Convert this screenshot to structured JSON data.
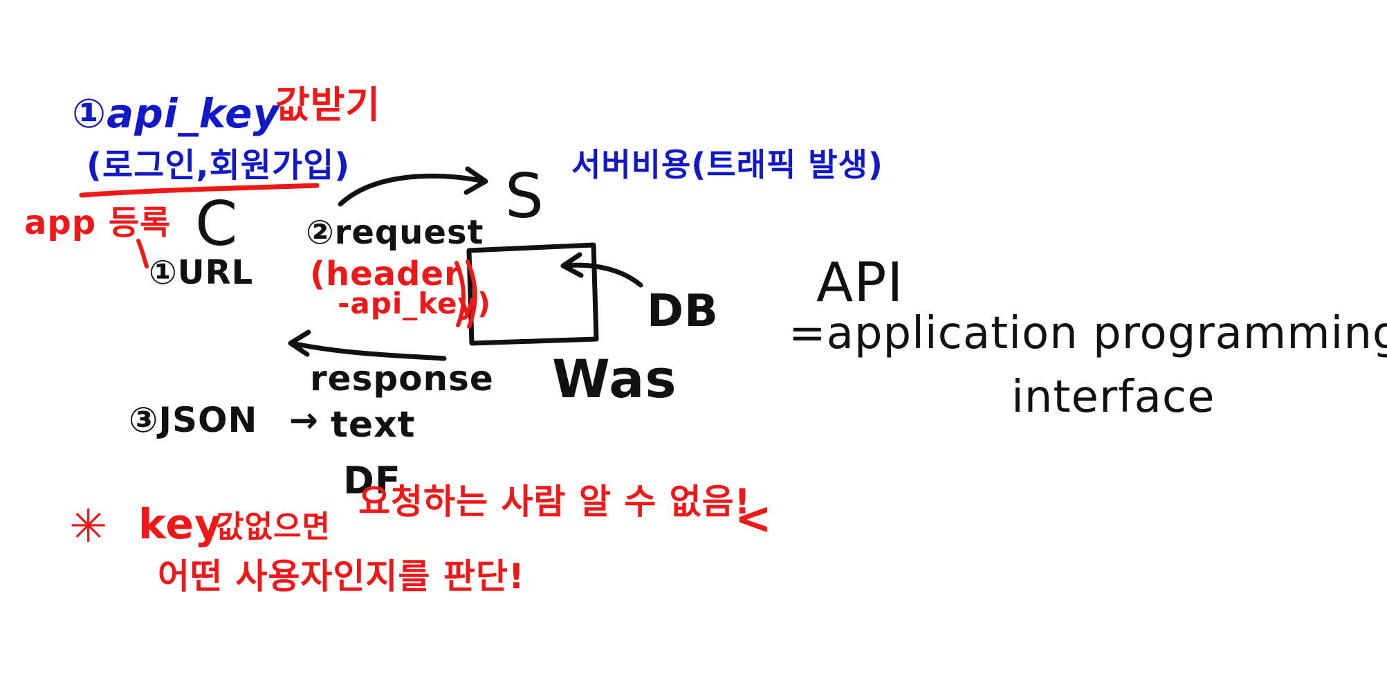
{
  "colors": {
    "blue": "#1118c7",
    "red": "#ef1717",
    "black": "#111111"
  },
  "top_left": {
    "step1_api_key": "①api_key",
    "step1_receive": "값받기",
    "login_signup": "(로그인,회원가입)",
    "app_register": "app 등록"
  },
  "client": {
    "label": "C",
    "url": "①URL"
  },
  "request": {
    "label": "②request",
    "header": "(header",
    "api_key": "-api_key)"
  },
  "server": {
    "label": "S",
    "cost_note": "서버비용(트래픽 발생)"
  },
  "was": {
    "label": "Was",
    "db": "DB"
  },
  "response": {
    "label": "response",
    "json": "③JSON",
    "arrow": "→",
    "text": "text",
    "df": "DF"
  },
  "api_definition": {
    "abbr": "API",
    "expansion_line1": "=application programming",
    "expansion_line2": "interface"
  },
  "note": {
    "star": "✳",
    "line1_key": "key",
    "line1_a": "값없으면",
    "line1_b": "요청하는 사람 알 수 없음!",
    "line2": "어떤 사용자인지를 판단!",
    "bracket": "<"
  }
}
